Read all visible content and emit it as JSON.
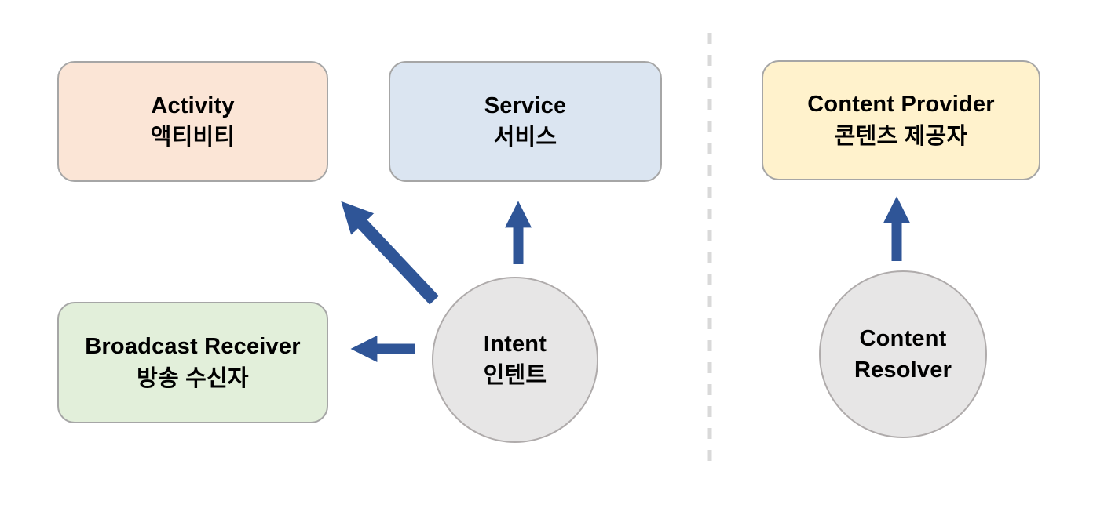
{
  "boxes": {
    "activity": {
      "en": "Activity",
      "ko": "액티비티"
    },
    "service": {
      "en": "Service",
      "ko": "서비스"
    },
    "content_provider": {
      "en": "Content Provider",
      "ko": "콘텐츠 제공자"
    },
    "broadcast_receiver": {
      "en": "Broadcast Receiver",
      "ko": "방송 수신자"
    }
  },
  "circles": {
    "intent": {
      "en": "Intent",
      "ko": "인텐트"
    },
    "content_resolver": {
      "line1": "Content",
      "line2": "Resolver"
    }
  },
  "arrows": [
    {
      "name": "intent-to-activity"
    },
    {
      "name": "intent-to-service"
    },
    {
      "name": "intent-to-broadcast-receiver"
    },
    {
      "name": "content-resolver-to-content-provider"
    }
  ],
  "colors": {
    "arrow": "#2F5597",
    "box_border": "#A6A6A6",
    "circle_border": "#AFABAB",
    "divider": "#D9D9D9",
    "text": "#000000",
    "background": "#FFFFFF",
    "activity_fill": "#FBE5D6",
    "service_fill": "#DBE5F1",
    "content_provider_fill": "#FFF2CC",
    "broadcast_receiver_fill": "#E2EFDA",
    "circle_fill": "#E7E6E6"
  }
}
